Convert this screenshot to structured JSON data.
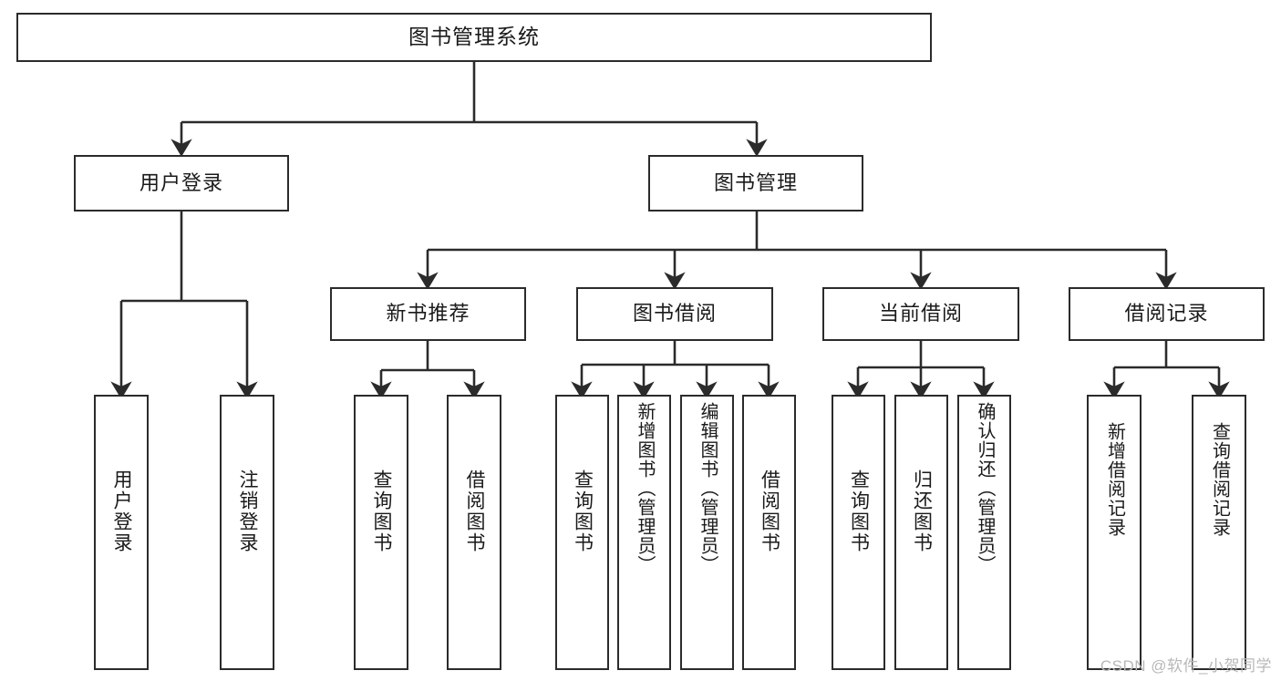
{
  "diagram": {
    "title": "图书管理系统",
    "type": "tree",
    "root": {
      "id": "root",
      "label": "图书管理系统",
      "orientation": "horizontal"
    },
    "level2": [
      {
        "id": "user-login",
        "label": "用户登录",
        "orientation": "horizontal"
      },
      {
        "id": "book-management",
        "label": "图书管理",
        "orientation": "horizontal"
      }
    ],
    "level3": [
      {
        "id": "new-book-recommend",
        "label": "新书推荐",
        "orientation": "horizontal",
        "parent": "book-management"
      },
      {
        "id": "book-borrow",
        "label": "图书借阅",
        "orientation": "horizontal",
        "parent": "book-management"
      },
      {
        "id": "current-borrow",
        "label": "当前借阅",
        "orientation": "horizontal",
        "parent": "book-management"
      },
      {
        "id": "borrow-record",
        "label": "借阅记录",
        "orientation": "horizontal",
        "parent": "book-management"
      }
    ],
    "leaves": [
      {
        "id": "leaf-user-login",
        "label": "用户登录",
        "parent": "user-login"
      },
      {
        "id": "leaf-user-logout",
        "label": "注销登录",
        "parent": "user-login"
      },
      {
        "id": "leaf-query-book-1",
        "label": "查询图书",
        "parent": "new-book-recommend"
      },
      {
        "id": "leaf-borrow-book-1",
        "label": "借阅图书",
        "parent": "new-book-recommend"
      },
      {
        "id": "leaf-query-book-2",
        "label": "查询图书",
        "parent": "book-borrow"
      },
      {
        "id": "leaf-add-book",
        "label": "新增图书（管理员）",
        "parent": "book-borrow"
      },
      {
        "id": "leaf-edit-book",
        "label": "编辑图书（管理员）",
        "parent": "book-borrow"
      },
      {
        "id": "leaf-borrow-book-2",
        "label": "借阅图书",
        "parent": "book-borrow"
      },
      {
        "id": "leaf-query-book-3",
        "label": "查询图书",
        "parent": "current-borrow"
      },
      {
        "id": "leaf-return-book",
        "label": "归还图书",
        "parent": "current-borrow"
      },
      {
        "id": "leaf-confirm-return",
        "label": "确认归还（管理员）",
        "parent": "current-borrow"
      },
      {
        "id": "leaf-add-record",
        "label": "新增借阅记录",
        "parent": "borrow-record"
      },
      {
        "id": "leaf-query-record",
        "label": "查询借阅记录",
        "parent": "borrow-record"
      }
    ],
    "colors": {
      "stroke": "#2b2b2b",
      "fill": "#ffffff",
      "text": "#1a1a1a",
      "watermark": "#b8b8b8"
    }
  },
  "watermark": {
    "text": "CSDN @软件_小贺同学"
  }
}
